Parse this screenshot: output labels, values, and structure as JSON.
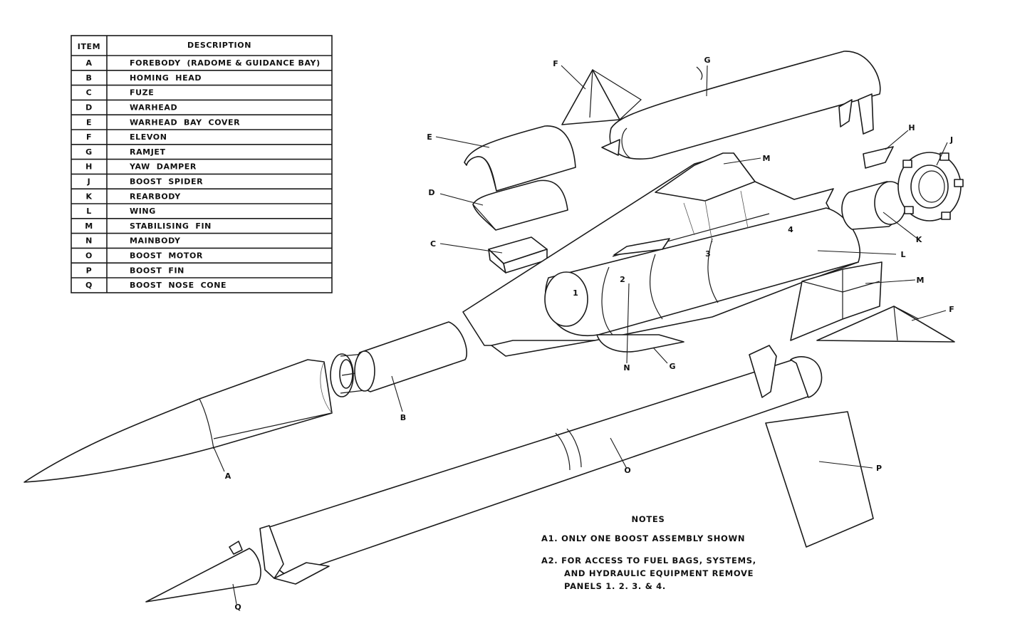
{
  "table": {
    "header_item": "ITEM",
    "header_desc": "DESCRIPTION",
    "rows": [
      {
        "item": "A",
        "desc": "FOREBODY  (RADOME & GUIDANCE BAY)"
      },
      {
        "item": "B",
        "desc": "HOMING  HEAD"
      },
      {
        "item": "C",
        "desc": "FUZE"
      },
      {
        "item": "D",
        "desc": "WARHEAD"
      },
      {
        "item": "E",
        "desc": "WARHEAD  BAY  COVER"
      },
      {
        "item": "F",
        "desc": "ELEVON"
      },
      {
        "item": "G",
        "desc": "RAMJET"
      },
      {
        "item": "H",
        "desc": "YAW  DAMPER"
      },
      {
        "item": "J",
        "desc": "BOOST  SPIDER"
      },
      {
        "item": "K",
        "desc": "REARBODY"
      },
      {
        "item": "L",
        "desc": "WING"
      },
      {
        "item": "M",
        "desc": "STABILISING  FIN"
      },
      {
        "item": "N",
        "desc": "MAINBODY"
      },
      {
        "item": "O",
        "desc": "BOOST  MOTOR"
      },
      {
        "item": "P",
        "desc": "BOOST  FIN"
      },
      {
        "item": "Q",
        "desc": "BOOST  NOSE  CONE"
      }
    ]
  },
  "callouts": {
    "A": "A",
    "B": "B",
    "C": "C",
    "D": "D",
    "E": "E",
    "F_top": "F",
    "F_right": "F",
    "G_top": "G",
    "G_bottom": "G",
    "H": "H",
    "J": "J",
    "K": "K",
    "L": "L",
    "M_top": "M",
    "M_right": "M",
    "N": "N",
    "O": "O",
    "P": "P",
    "Q": "Q"
  },
  "panels": {
    "p1": "1",
    "p2": "2",
    "p3": "3",
    "p4": "4"
  },
  "notes": {
    "title": "NOTES",
    "a1": "A1.  ONLY  ONE  BOOST  ASSEMBLY  SHOWN",
    "a2_line1": "A2.  FOR  ACCESS  TO  FUEL  BAGS, SYSTEMS,",
    "a2_line2": "AND  HYDRAULIC  EQUIPMENT  REMOVE",
    "a2_line3": "PANELS   1. 2. 3. & 4."
  }
}
